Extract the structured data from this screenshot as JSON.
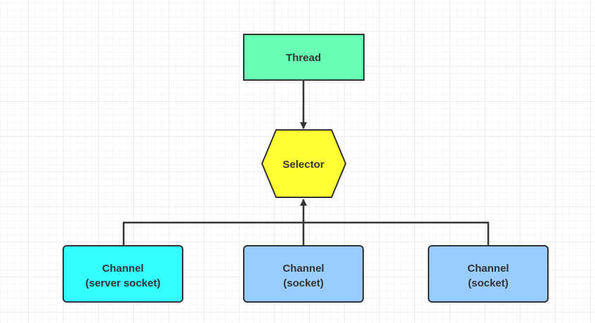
{
  "diagram": {
    "thread": {
      "label": "Thread",
      "fill": "#66ffb3"
    },
    "selector": {
      "label": "Selector",
      "fill": "#ffff33"
    },
    "channels": [
      {
        "line1": "Channel",
        "line2": "(server socket)",
        "fill": "#33ffff"
      },
      {
        "line1": "Channel",
        "line2": "(socket)",
        "fill": "#99ccff"
      },
      {
        "line1": "Channel",
        "line2": "(socket)",
        "fill": "#99ccff"
      }
    ],
    "stroke_color": "#333333"
  }
}
